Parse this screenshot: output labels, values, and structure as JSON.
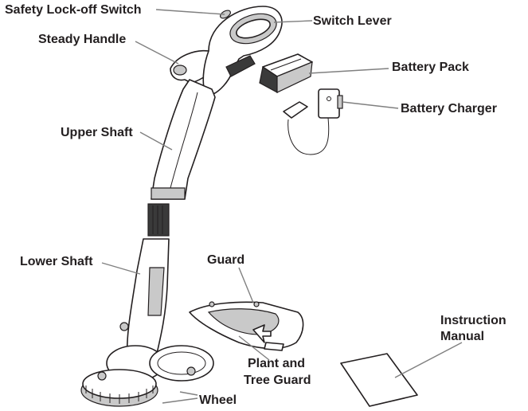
{
  "labels": {
    "safety_lock_off_switch": "Safety Lock-off Switch",
    "switch_lever": "Switch Lever",
    "steady_handle": "Steady Handle",
    "battery_pack": "Battery Pack",
    "battery_charger": "Battery Charger",
    "upper_shaft": "Upper Shaft",
    "lower_shaft": "Lower Shaft",
    "guard": "Guard",
    "plant_and_tree_guard_line1": "Plant and",
    "plant_and_tree_guard_line2": "Tree Guard",
    "instruction_manual_line1": "Instruction",
    "instruction_manual_line2": "Manual",
    "wheel": "Wheel"
  }
}
